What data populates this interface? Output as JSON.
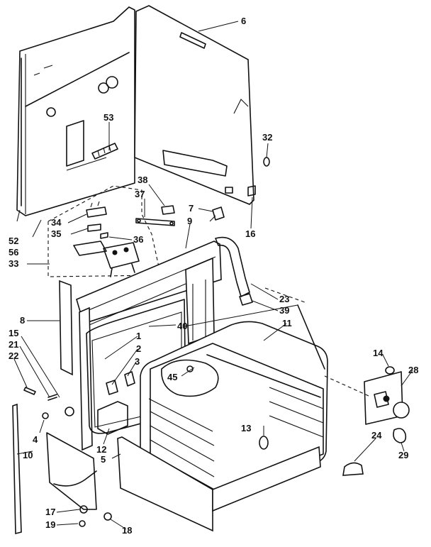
{
  "callouts": [
    {
      "id": "c6",
      "text": "6"
    },
    {
      "id": "c53",
      "text": "53"
    },
    {
      "id": "c32",
      "text": "32"
    },
    {
      "id": "c38",
      "text": "38"
    },
    {
      "id": "c37",
      "text": "37"
    },
    {
      "id": "c7",
      "text": "7"
    },
    {
      "id": "c9",
      "text": "9"
    },
    {
      "id": "c16",
      "text": "16"
    },
    {
      "id": "c34",
      "text": "34"
    },
    {
      "id": "c35",
      "text": "35"
    },
    {
      "id": "c36",
      "text": "36"
    },
    {
      "id": "c52",
      "text": "52"
    },
    {
      "id": "c56",
      "text": "56"
    },
    {
      "id": "c33",
      "text": "33"
    },
    {
      "id": "c8",
      "text": "8"
    },
    {
      "id": "c40",
      "text": "40"
    },
    {
      "id": "c23",
      "text": "23"
    },
    {
      "id": "c39",
      "text": "39"
    },
    {
      "id": "c11",
      "text": "11"
    },
    {
      "id": "c1",
      "text": "1"
    },
    {
      "id": "c2",
      "text": "2"
    },
    {
      "id": "c3",
      "text": "3"
    },
    {
      "id": "c15",
      "text": "15"
    },
    {
      "id": "c21",
      "text": "21"
    },
    {
      "id": "c22",
      "text": "22"
    },
    {
      "id": "c45",
      "text": "45"
    },
    {
      "id": "c14",
      "text": "14"
    },
    {
      "id": "c28",
      "text": "28"
    },
    {
      "id": "c4",
      "text": "4"
    },
    {
      "id": "c10",
      "text": "10"
    },
    {
      "id": "c12",
      "text": "12"
    },
    {
      "id": "c5",
      "text": "5"
    },
    {
      "id": "c13",
      "text": "13"
    },
    {
      "id": "c24",
      "text": "24"
    },
    {
      "id": "c29",
      "text": "29"
    },
    {
      "id": "c17",
      "text": "17"
    },
    {
      "id": "c19",
      "text": "19"
    },
    {
      "id": "c18",
      "text": "18"
    }
  ]
}
